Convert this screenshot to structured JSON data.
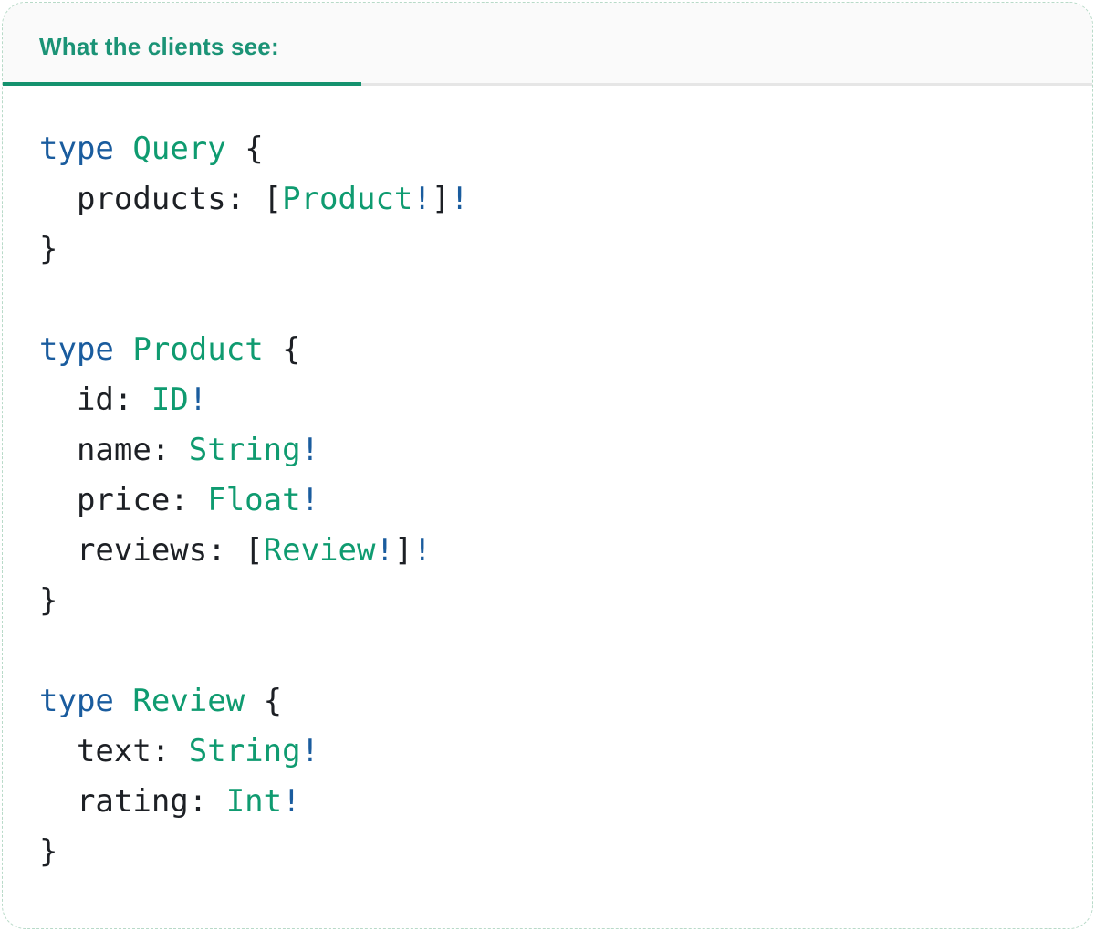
{
  "tab": {
    "label": "What the clients see:"
  },
  "colors": {
    "card_border": "#b8dac8",
    "card_bg": "#ffffff",
    "header_bg": "#fafafa",
    "header_text": "#1b9376",
    "divider": "#e6e6e6",
    "tab_underline": "#15926e",
    "code_keyword": "#1a5c9e",
    "code_type": "#0f9b70",
    "code_plain": "#1d2025"
  },
  "code": {
    "language": "graphql-sdl",
    "lines": [
      [
        {
          "t": "type",
          "c": "keyword"
        },
        {
          "t": " ",
          "c": "plain"
        },
        {
          "t": "Query",
          "c": "type"
        },
        {
          "t": " {",
          "c": "plain"
        }
      ],
      [
        {
          "t": "  products: [",
          "c": "plain"
        },
        {
          "t": "Product",
          "c": "type"
        },
        {
          "t": "!",
          "c": "keyword"
        },
        {
          "t": "]",
          "c": "plain"
        },
        {
          "t": "!",
          "c": "keyword"
        }
      ],
      [
        {
          "t": "}",
          "c": "plain"
        }
      ],
      [],
      [
        {
          "t": "type",
          "c": "keyword"
        },
        {
          "t": " ",
          "c": "plain"
        },
        {
          "t": "Product",
          "c": "type"
        },
        {
          "t": " {",
          "c": "plain"
        }
      ],
      [
        {
          "t": "  id: ",
          "c": "plain"
        },
        {
          "t": "ID",
          "c": "type"
        },
        {
          "t": "!",
          "c": "keyword"
        }
      ],
      [
        {
          "t": "  name: ",
          "c": "plain"
        },
        {
          "t": "String",
          "c": "type"
        },
        {
          "t": "!",
          "c": "keyword"
        }
      ],
      [
        {
          "t": "  price: ",
          "c": "plain"
        },
        {
          "t": "Float",
          "c": "type"
        },
        {
          "t": "!",
          "c": "keyword"
        }
      ],
      [
        {
          "t": "  reviews: [",
          "c": "plain"
        },
        {
          "t": "Review",
          "c": "type"
        },
        {
          "t": "!",
          "c": "keyword"
        },
        {
          "t": "]",
          "c": "plain"
        },
        {
          "t": "!",
          "c": "keyword"
        }
      ],
      [
        {
          "t": "}",
          "c": "plain"
        }
      ],
      [],
      [
        {
          "t": "type",
          "c": "keyword"
        },
        {
          "t": " ",
          "c": "plain"
        },
        {
          "t": "Review",
          "c": "type"
        },
        {
          "t": " {",
          "c": "plain"
        }
      ],
      [
        {
          "t": "  text: ",
          "c": "plain"
        },
        {
          "t": "String",
          "c": "type"
        },
        {
          "t": "!",
          "c": "keyword"
        }
      ],
      [
        {
          "t": "  rating: ",
          "c": "plain"
        },
        {
          "t": "Int",
          "c": "type"
        },
        {
          "t": "!",
          "c": "keyword"
        }
      ],
      [
        {
          "t": "}",
          "c": "plain"
        }
      ]
    ]
  }
}
